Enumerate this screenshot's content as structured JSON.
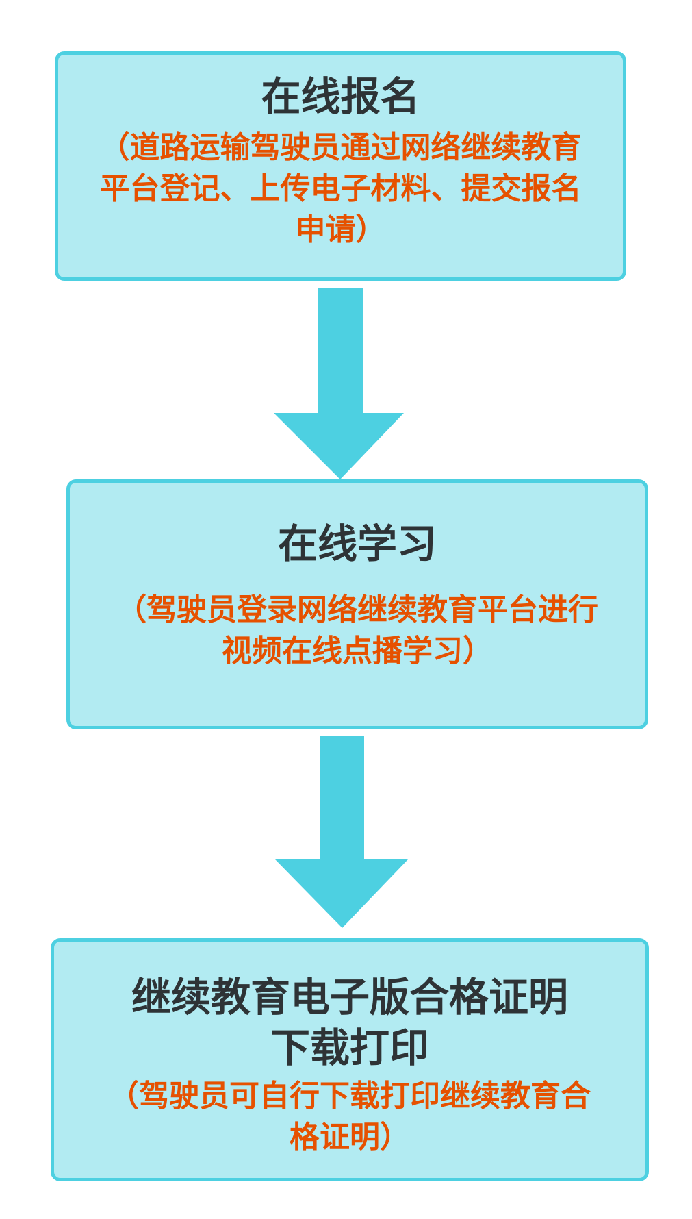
{
  "steps": [
    {
      "title_lines": [
        "在线报名"
      ],
      "desc_lines": [
        "（道路运输驾驶员通过网络继续教育",
        "平台登记、上传电子材料、提交报名",
        "申请）"
      ]
    },
    {
      "title_lines": [
        "在线学习"
      ],
      "desc_lines": [
        "（驾驶员登录网络继续教育平台进行",
        "视频在线点播学习）"
      ]
    },
    {
      "title_lines": [
        "继续教育电子版合格证明",
        "下载打印"
      ],
      "desc_lines": [
        "（驾驶员可自行下载打印继续教育合",
        "格证明）"
      ]
    }
  ],
  "colors": {
    "box_fill": "#b2ebf2",
    "box_border": "#4dd0e1",
    "arrow": "#4dd0e1",
    "title_text": "#2e3336",
    "desc_text": "#e65100"
  }
}
